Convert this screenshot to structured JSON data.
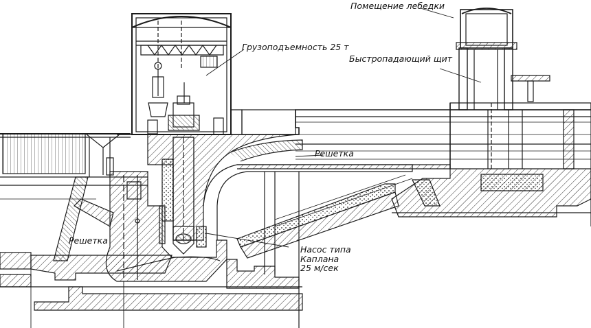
{
  "labels": {
    "winch_room": "Помещение лебедки",
    "load_capacity": "Грузоподъемность 25 т",
    "fast_gate": "Быстропадающий щит",
    "screen_upper": "Решетка",
    "screen_lower": "Решетка",
    "pump_line1": "Насос типа",
    "pump_line2": "Каплана",
    "pump_line3": "25 м/сек"
  },
  "colors": {
    "ink": "#1a1a1a",
    "hatch": "#333333",
    "paper": "#ffffff"
  }
}
